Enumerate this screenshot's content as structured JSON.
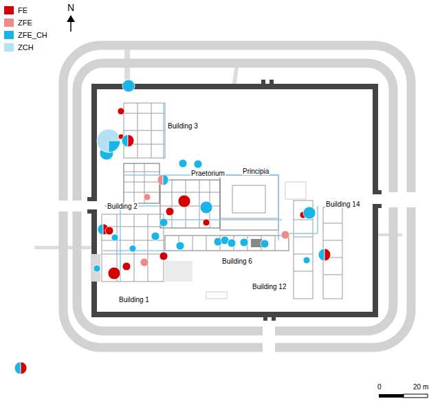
{
  "diagram": {
    "labels": [
      "N",
      "Building 3",
      "Praetorium",
      "Principia",
      "Building 2",
      "Building 14",
      "Building 6",
      "Building 12",
      "Building 1",
      "0",
      "20 m"
    ],
    "legend": [
      {
        "text": "FE",
        "color": "#d40000"
      },
      {
        "text": "ZFE",
        "color": "#f08a8a"
      },
      {
        "text": "ZFE_CH",
        "color": "#19b4e8"
      },
      {
        "text": "ZCH",
        "color": "#b3e0f2"
      }
    ]
  }
}
